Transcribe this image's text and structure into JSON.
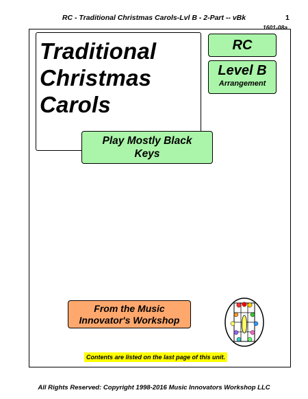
{
  "header": {
    "title": "RC - Traditional Christmas Carols-Lvl B - 2-Part -- vBk",
    "page_number": "1",
    "doc_code": "1601-08a"
  },
  "title_lines": [
    "Traditional",
    "Christmas",
    "Carols"
  ],
  "badges": {
    "rc": "RC",
    "level": "Level B",
    "arrangement": "Arrangement"
  },
  "play_note": {
    "line1": "Play Mostly Black",
    "line2": "Keys"
  },
  "workshop": {
    "line1": "From the Music",
    "line2": "Innovator's Workshop"
  },
  "contents_note": "Contents are listed on the last page of this unit.",
  "footer": "All Rights Reserved: Copyright 1998-2016  Music Innovators Workshop LLC",
  "colors": {
    "green": "#aaf5a9",
    "orange": "#fea86e",
    "yellow": "#ffff00"
  }
}
